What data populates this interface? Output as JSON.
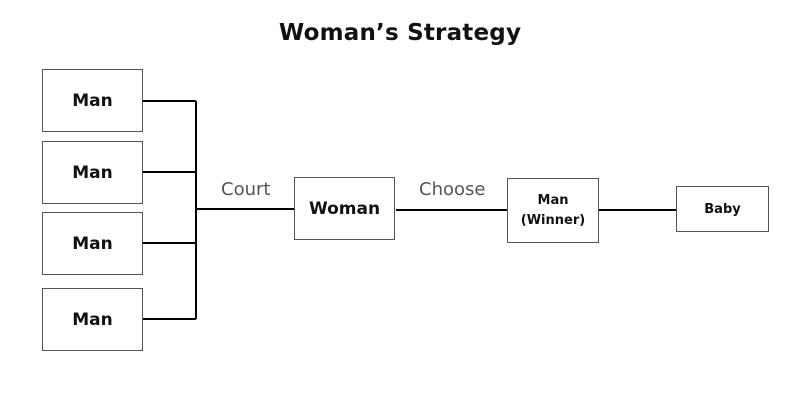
{
  "title": "Woman’s Strategy",
  "suitors": [
    {
      "label": "Man"
    },
    {
      "label": "Man"
    },
    {
      "label": "Man"
    },
    {
      "label": "Man"
    }
  ],
  "edges": {
    "court": "Court",
    "choose": "Choose"
  },
  "woman": {
    "label": "Woman"
  },
  "winner": {
    "line1": "Man",
    "line2": "(Winner)"
  },
  "baby": {
    "label": "Baby"
  },
  "colors": {
    "line": "#000000",
    "box_border": "#555555",
    "edge_text": "#555555"
  }
}
